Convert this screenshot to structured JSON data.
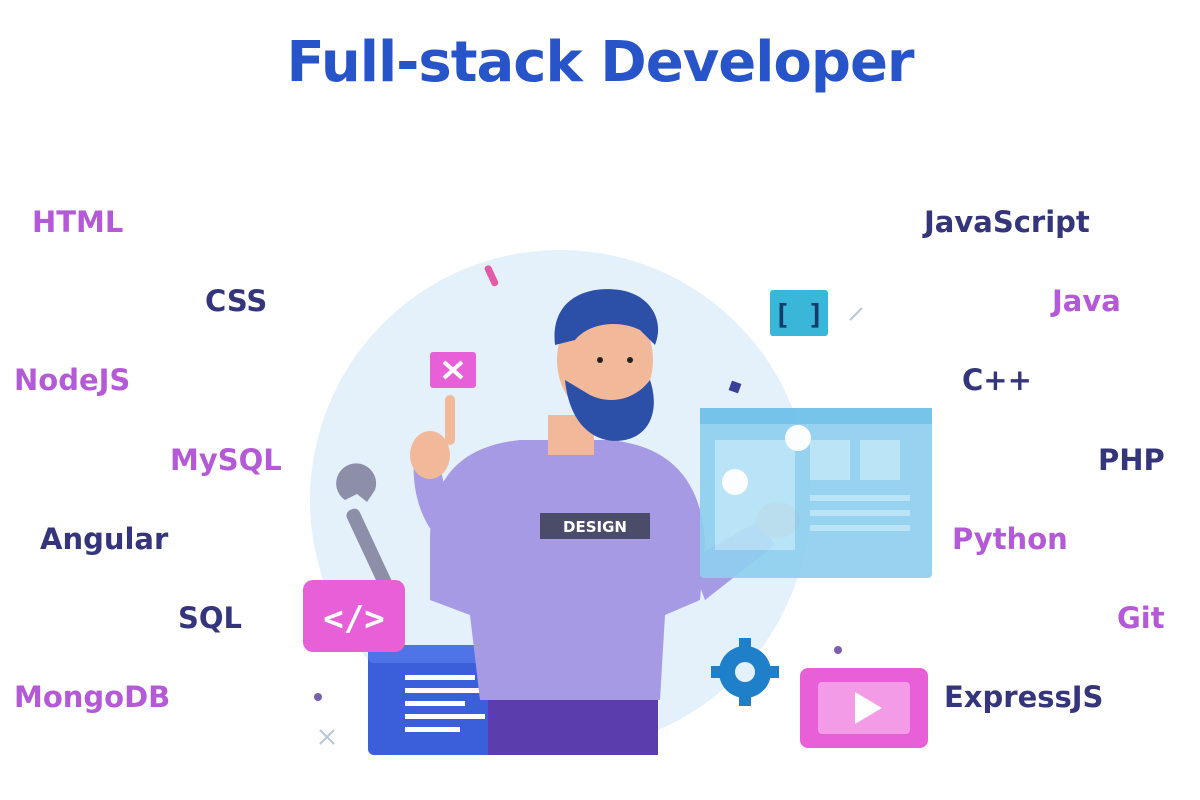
{
  "title": "Full-stack Developer",
  "colors": {
    "title": "#2755c9",
    "purple": "#b45ad6",
    "navy": "#34357a",
    "circle": "#e4f1fb",
    "shirt": "#a79ae4",
    "pink": "#e860d8",
    "screen_blue": "#8fd0f0"
  },
  "left_skills": [
    {
      "label": "HTML",
      "tone": "purple"
    },
    {
      "label": "CSS",
      "tone": "navy"
    },
    {
      "label": "NodeJS",
      "tone": "purple"
    },
    {
      "label": "MySQL",
      "tone": "purple"
    },
    {
      "label": "Angular",
      "tone": "navy"
    },
    {
      "label": "SQL",
      "tone": "navy"
    },
    {
      "label": "MongoDB",
      "tone": "purple"
    }
  ],
  "right_skills": [
    {
      "label": "JavaScript",
      "tone": "navy"
    },
    {
      "label": "Java",
      "tone": "purple"
    },
    {
      "label": "C++",
      "tone": "navy"
    },
    {
      "label": "PHP",
      "tone": "navy"
    },
    {
      "label": "Python",
      "tone": "purple"
    },
    {
      "label": "Git",
      "tone": "purple"
    },
    {
      "label": "ExpressJS",
      "tone": "navy"
    }
  ],
  "illustration": {
    "shirt_text": "DESIGN",
    "code_icon": "code-brackets-icon",
    "close_icon": "close-icon",
    "brackets_icon": "square-brackets-icon",
    "play_icon": "play-icon",
    "gear_icon": "gear-icon",
    "wrench_icon": "wrench-icon"
  }
}
